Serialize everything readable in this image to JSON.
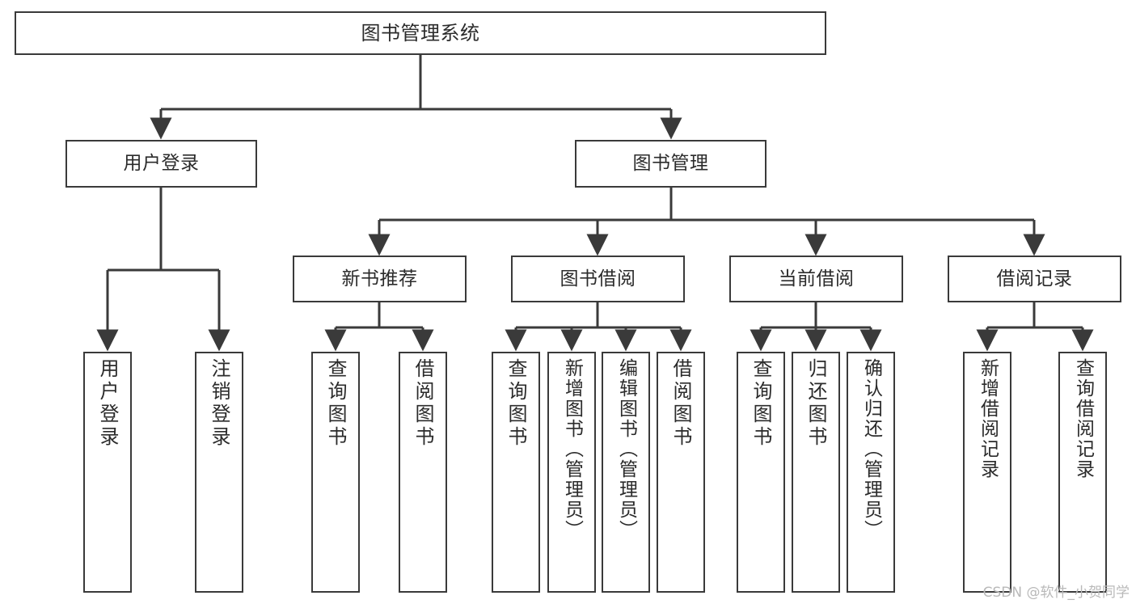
{
  "diagram": {
    "title": "图书管理系统",
    "type": "hierarchy-tree",
    "root": {
      "id": "root",
      "label": "图书管理系统"
    },
    "level2": [
      {
        "id": "user-login",
        "label": "用户登录"
      },
      {
        "id": "book-management",
        "label": "图书管理"
      }
    ],
    "level3": [
      {
        "id": "new-book-recommend",
        "label": "新书推荐",
        "parent": "book-management"
      },
      {
        "id": "book-borrow",
        "label": "图书借阅",
        "parent": "book-management"
      },
      {
        "id": "current-borrow",
        "label": "当前借阅",
        "parent": "book-management"
      },
      {
        "id": "borrow-record",
        "label": "借阅记录",
        "parent": "book-management"
      }
    ],
    "leaves": {
      "user-login": [
        {
          "id": "leaf-user-login",
          "label": "用户登录"
        },
        {
          "id": "leaf-user-logout",
          "label": "注销登录"
        }
      ],
      "new-book-recommend": [
        {
          "id": "leaf-query-book-1",
          "label": "查询图书"
        },
        {
          "id": "leaf-borrow-book-1",
          "label": "借阅图书"
        }
      ],
      "book-borrow": [
        {
          "id": "leaf-query-book-2",
          "label": "查询图书"
        },
        {
          "id": "leaf-add-book",
          "label": "新增图书（管理员）"
        },
        {
          "id": "leaf-edit-book",
          "label": "编辑图书（管理员）"
        },
        {
          "id": "leaf-borrow-book-2",
          "label": "借阅图书"
        }
      ],
      "current-borrow": [
        {
          "id": "leaf-query-book-3",
          "label": "查询图书"
        },
        {
          "id": "leaf-return-book",
          "label": "归还图书"
        },
        {
          "id": "leaf-confirm-return",
          "label": "确认归还（管理员）"
        }
      ],
      "borrow-record": [
        {
          "id": "leaf-add-record",
          "label": "新增借阅记录"
        },
        {
          "id": "leaf-query-record",
          "label": "查询借阅记录"
        }
      ]
    },
    "colors": {
      "stroke": "#3a3a3a",
      "fill": "#ffffff",
      "text": "#2b2b2b",
      "watermark": "#b9b9b9"
    }
  },
  "watermark": {
    "text": "CSDN @软件_小贺同学"
  }
}
